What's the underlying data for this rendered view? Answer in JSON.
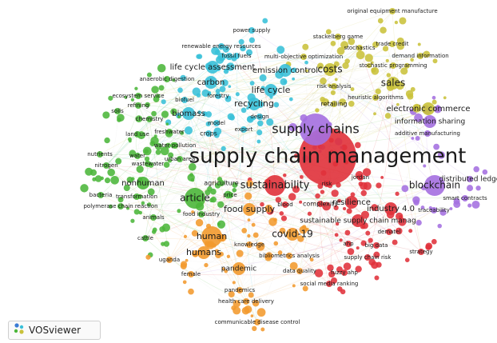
{
  "app": {
    "name": "VOSviewer"
  },
  "colors": {
    "red": "#e0313a",
    "green": "#4bb63a",
    "blue": "#3a7bd5",
    "yellow": "#c9c23a",
    "purple": "#a46fe0",
    "cyan": "#38c0d8",
    "orange": "#f29a2e",
    "link": "#d9d9d9"
  },
  "clusters": [
    {
      "id": "red",
      "color": "#e0313a",
      "terms": [
        {
          "label": "supply chain management",
          "size": 5,
          "font": 22
        },
        {
          "label": "sustainability",
          "size": 3,
          "font": 12
        },
        {
          "label": "resilience",
          "size": 2,
          "font": 10
        },
        {
          "label": "complexity",
          "size": 1,
          "font": 8
        },
        {
          "label": "industry 4.0",
          "size": 2,
          "font": 10
        },
        {
          "label": "sustainable supply chain manag",
          "size": 2,
          "font": 9
        },
        {
          "label": "dematel",
          "size": 1,
          "font": 7
        },
        {
          "label": "big data",
          "size": 1,
          "font": 7
        },
        {
          "label": "supply chain risk",
          "size": 1,
          "font": 7
        },
        {
          "label": "strategy",
          "size": 1,
          "font": 7
        },
        {
          "label": "fuzzy ahp",
          "size": 1,
          "font": 7
        },
        {
          "label": "social media ranking",
          "size": 1,
          "font": 7
        },
        {
          "label": "ahp",
          "size": 1,
          "font": 7
        },
        {
          "label": "risk",
          "size": 1,
          "font": 7
        },
        {
          "label": "blood",
          "size": 1,
          "font": 7
        },
        {
          "label": "jordan",
          "size": 1,
          "font": 7
        }
      ]
    },
    {
      "id": "purple",
      "color": "#a46fe0",
      "terms": [
        {
          "label": "supply chains",
          "size": 4,
          "font": 15
        },
        {
          "label": "blockchain",
          "size": 3,
          "font": 12
        },
        {
          "label": "distributed ledge",
          "size": 1,
          "font": 9
        },
        {
          "label": "smart contracts",
          "size": 1,
          "font": 7
        },
        {
          "label": "traceability",
          "size": 1,
          "font": 7
        },
        {
          "label": "information sharing",
          "size": 2,
          "font": 9
        },
        {
          "label": "additive manufacturing",
          "size": 1,
          "font": 7
        }
      ]
    },
    {
      "id": "yellow",
      "color": "#c9c23a",
      "terms": [
        {
          "label": "costs",
          "size": 2,
          "font": 12
        },
        {
          "label": "sales",
          "size": 2,
          "font": 12
        },
        {
          "label": "electronic commerce",
          "size": 2,
          "font": 10
        },
        {
          "label": "stackelberg game",
          "size": 1,
          "font": 7
        },
        {
          "label": "stochastics",
          "size": 1,
          "font": 7
        },
        {
          "label": "trade credit",
          "size": 1,
          "font": 7
        },
        {
          "label": "demand information",
          "size": 1,
          "font": 7
        },
        {
          "label": "stochastic programming",
          "size": 1,
          "font": 7
        },
        {
          "label": "heuristic algorithms",
          "size": 1,
          "font": 7
        },
        {
          "label": "retailing",
          "size": 1,
          "font": 8
        },
        {
          "label": "risk analysis",
          "size": 1,
          "font": 7
        },
        {
          "label": "original equipment manufacture",
          "size": 1,
          "font": 7
        },
        {
          "label": "multi-objective optimization",
          "size": 1,
          "font": 7
        }
      ]
    },
    {
      "id": "cyan",
      "color": "#38c0d8",
      "terms": [
        {
          "label": "life cycle assessment",
          "size": 2,
          "font": 10
        },
        {
          "label": "life cycle",
          "size": 2,
          "font": 11
        },
        {
          "label": "carbon",
          "size": 2,
          "font": 10
        },
        {
          "label": "recycling",
          "size": 2,
          "font": 11
        },
        {
          "label": "emission control",
          "size": 2,
          "font": 10
        },
        {
          "label": "biomass",
          "size": 2,
          "font": 10
        },
        {
          "label": "fossil fuels",
          "size": 1,
          "font": 7
        },
        {
          "label": "renewable energy resources",
          "size": 1,
          "font": 7
        },
        {
          "label": "power supply",
          "size": 1,
          "font": 7
        },
        {
          "label": "biofuel",
          "size": 1,
          "font": 7
        },
        {
          "label": "forestry",
          "size": 1,
          "font": 7
        },
        {
          "label": "design",
          "size": 1,
          "font": 7
        },
        {
          "label": "model",
          "size": 1,
          "font": 7
        },
        {
          "label": "export",
          "size": 1,
          "font": 7
        },
        {
          "label": "crops",
          "size": 1,
          "font": 8
        }
      ]
    },
    {
      "id": "green",
      "color": "#4bb63a",
      "terms": [
        {
          "label": "article",
          "size": 3,
          "font": 12
        },
        {
          "label": "nonhuman",
          "size": 2,
          "font": 10
        },
        {
          "label": "agriculture",
          "size": 1,
          "font": 8
        },
        {
          "label": "anaerobic digestion",
          "size": 1,
          "font": 7
        },
        {
          "label": "ecosystem service",
          "size": 1,
          "font": 7
        },
        {
          "label": "refining",
          "size": 1,
          "font": 7
        },
        {
          "label": "soils",
          "size": 1,
          "font": 7
        },
        {
          "label": "chemistry",
          "size": 1,
          "font": 7
        },
        {
          "label": "freshwater",
          "size": 1,
          "font": 7
        },
        {
          "label": "land use",
          "size": 1,
          "font": 7
        },
        {
          "label": "water pollution",
          "size": 1,
          "font": 7
        },
        {
          "label": "water",
          "size": 1,
          "font": 7
        },
        {
          "label": "wastewater",
          "size": 1,
          "font": 7
        },
        {
          "label": "nutrients",
          "size": 1,
          "font": 7
        },
        {
          "label": "nitrogen",
          "size": 1,
          "font": 7
        },
        {
          "label": "urban area",
          "size": 1,
          "font": 7
        },
        {
          "label": "bacteria",
          "size": 1,
          "font": 7
        },
        {
          "label": "transformation",
          "size": 1,
          "font": 7
        },
        {
          "label": "polymerase chain reaction",
          "size": 1,
          "font": 7
        },
        {
          "label": "animals",
          "size": 1,
          "font": 7
        },
        {
          "label": "cattle",
          "size": 1,
          "font": 7
        },
        {
          "label": "food industry",
          "size": 1,
          "font": 7
        },
        {
          "label": "price",
          "size": 1,
          "font": 7
        }
      ]
    },
    {
      "id": "orange",
      "color": "#f29a2e",
      "terms": [
        {
          "label": "human",
          "size": 3,
          "font": 11
        },
        {
          "label": "humans",
          "size": 2,
          "font": 11
        },
        {
          "label": "food supply",
          "size": 2,
          "font": 10
        },
        {
          "label": "covid-19",
          "size": 2,
          "font": 11
        },
        {
          "label": "pandemic",
          "size": 2,
          "font": 9
        },
        {
          "label": "female",
          "size": 1,
          "font": 7
        },
        {
          "label": "uganda",
          "size": 1,
          "font": 7
        },
        {
          "label": "knowledge",
          "size": 1,
          "font": 7
        },
        {
          "label": "bibliometrics analysis",
          "size": 1,
          "font": 7
        },
        {
          "label": "data quality",
          "size": 1,
          "font": 7
        },
        {
          "label": "pandemics",
          "size": 1,
          "font": 7
        },
        {
          "label": "health care delivery",
          "size": 1,
          "font": 7
        },
        {
          "label": "communicable disease control",
          "size": 1,
          "font": 7
        }
      ]
    }
  ]
}
